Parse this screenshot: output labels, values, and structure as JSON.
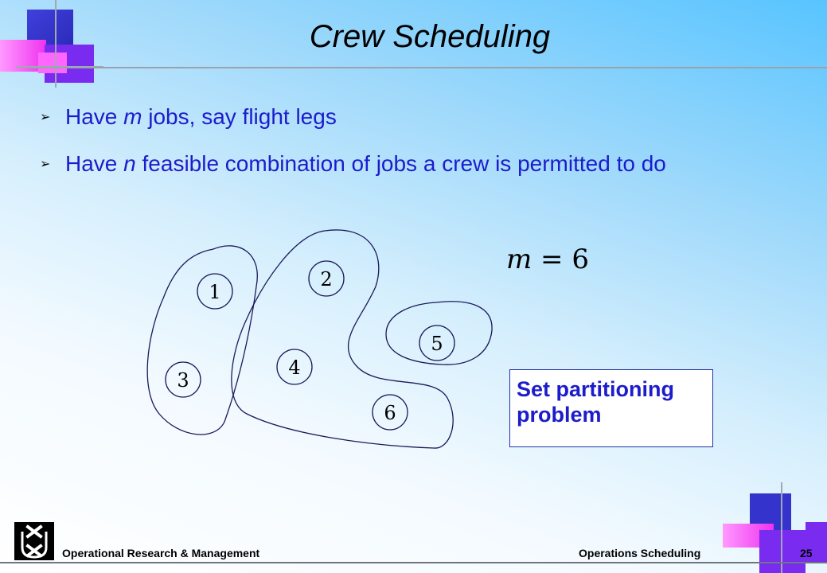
{
  "slide": {
    "title": "Crew Scheduling",
    "bullets": [
      {
        "before": "Have ",
        "var": "m",
        "after": " jobs, say flight legs"
      },
      {
        "before": "Have ",
        "var": "n",
        "after": " feasible combination of jobs a crew is permitted to do"
      }
    ],
    "bullet_marker": "➢",
    "math": {
      "var": "m",
      "rest": " = 6"
    },
    "callout": {
      "line1": "Set partitioning",
      "line2": "problem"
    }
  },
  "diagram": {
    "jobs": [
      "1",
      "2",
      "3",
      "4",
      "5",
      "6"
    ]
  },
  "footer": {
    "left": "Operational Research & Management",
    "course": "Operations Scheduling",
    "page": "25"
  },
  "colors": {
    "bullet_text": "#1c1ccc",
    "accent_purple": "#7a2bf0",
    "accent_magenta": "#ff66ff",
    "accent_blue": "#3d3dd6"
  },
  "icons": {
    "logo": "uva-logo-icon",
    "bullet": "arrowhead-bullet-icon"
  }
}
